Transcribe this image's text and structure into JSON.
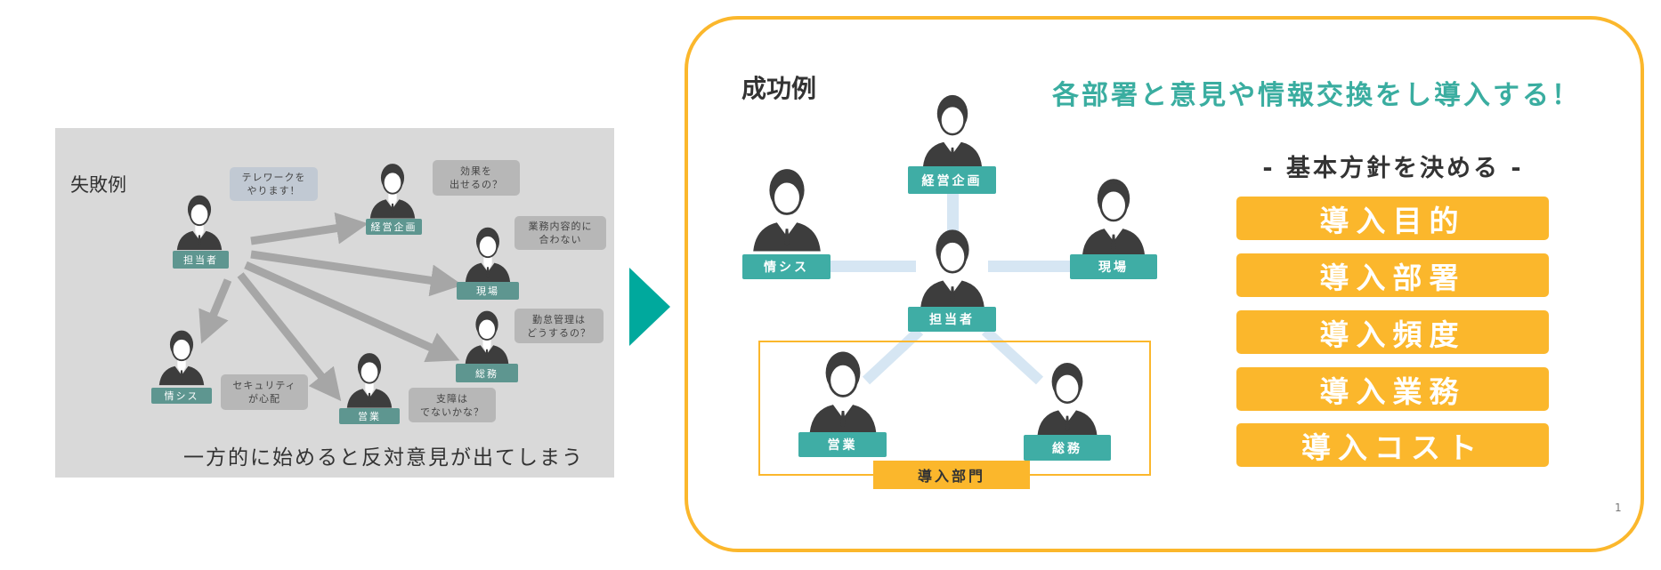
{
  "failure": {
    "title": "失敗例",
    "people": [
      "担当者",
      "経営企画",
      "現場",
      "総務",
      "情シス",
      "営業"
    ],
    "bubbles": {
      "tantou": "テレワークを\nやります！",
      "keiei": "効果を\n出せるの？",
      "genba": "業務内容的に\n合わない",
      "soumu": "勤怠管理は\nどうするの？",
      "joushisu": "セキュリティ\nが心配",
      "eigyou": "支障は\nでないかな？"
    },
    "summary": "一方的に始めると反対意見が出てしまう"
  },
  "success": {
    "title": "成功例",
    "headline": "各部署と意見や情報交換をし導入する！",
    "people": [
      "経営企画",
      "情シス",
      "現場",
      "担当者",
      "営業",
      "総務"
    ],
    "dept_label": "導入部門",
    "policy_heading": "- 基本方針を決める -",
    "policies": [
      "導入目的",
      "導入部署",
      "導入頻度",
      "導入業務",
      "導入コスト"
    ],
    "page_number": "1"
  },
  "colors": {
    "accent_orange": "#fbb72c",
    "teal": "#3aada0",
    "arrow": "#00a99d"
  }
}
